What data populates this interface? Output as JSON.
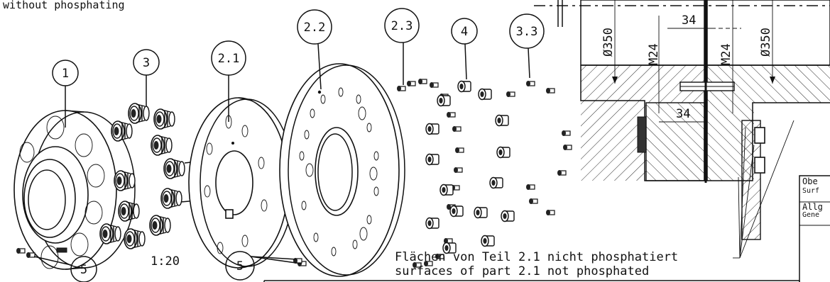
{
  "header_note": "without phosphating",
  "balloons": [
    {
      "id": "b1",
      "label": "1"
    },
    {
      "id": "b21",
      "label": "2.1"
    },
    {
      "id": "b22",
      "label": "2.2"
    },
    {
      "id": "b23",
      "label": "2.3"
    },
    {
      "id": "b3",
      "label": "3"
    },
    {
      "id": "b33",
      "label": "3.3"
    },
    {
      "id": "b4",
      "label": "4"
    },
    {
      "id": "b5a",
      "label": "5"
    },
    {
      "id": "b5b",
      "label": "5"
    }
  ],
  "scale": "1:20",
  "dimensions": {
    "dia_left": "Ø350",
    "thread_left": "M24",
    "dim_top": "34",
    "thread_right": "M24",
    "dia_right": "Ø350",
    "dim_bottom": "34"
  },
  "surface_note": {
    "de": "Flächen von Teil 2.1 nicht phosphatiert",
    "en": "surfaces of part 2.1 not phosphated"
  },
  "title_block": {
    "row1_de": "Obe",
    "row1_en": "Surf",
    "row2_de": "Allg",
    "row2_en": "Gene"
  }
}
